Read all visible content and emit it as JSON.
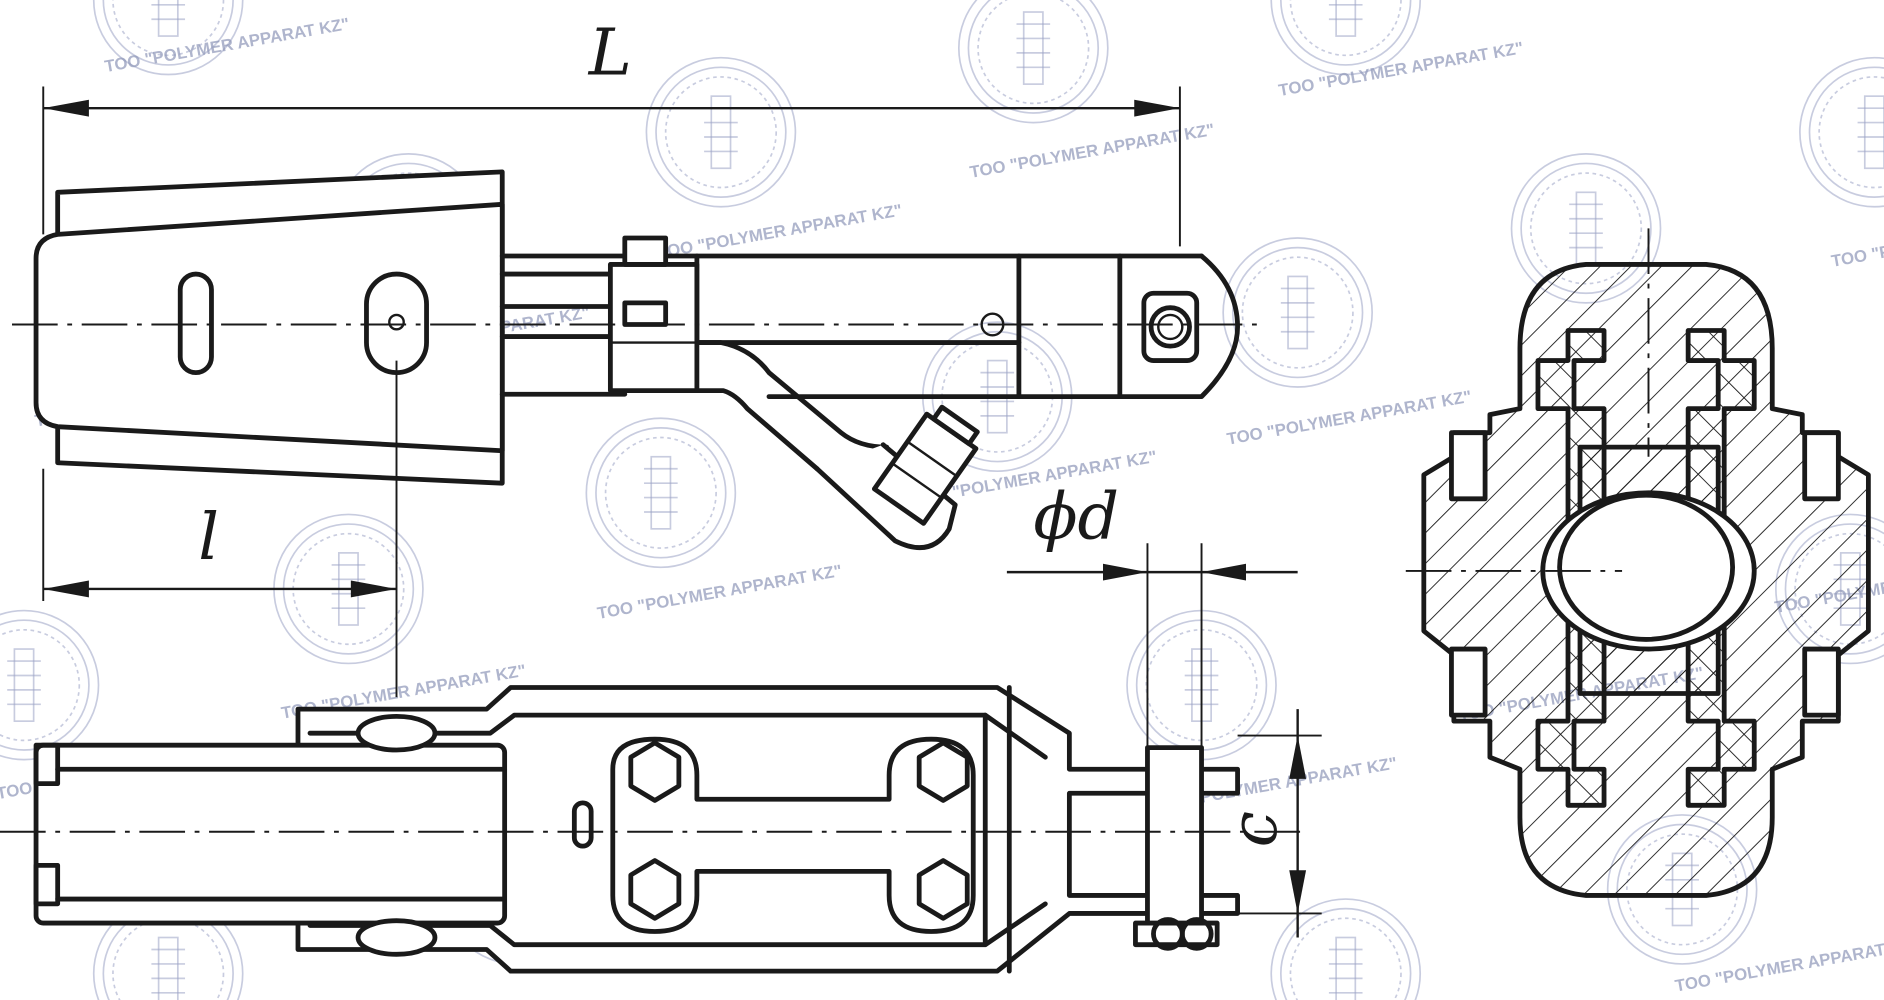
{
  "dimensions": {
    "overall_length": "L",
    "short_length": "l",
    "pin_diameter": "ϕd",
    "width": "c"
  },
  "watermark": {
    "text": "TOO \"POLYMER  APPARAT KZ\""
  }
}
